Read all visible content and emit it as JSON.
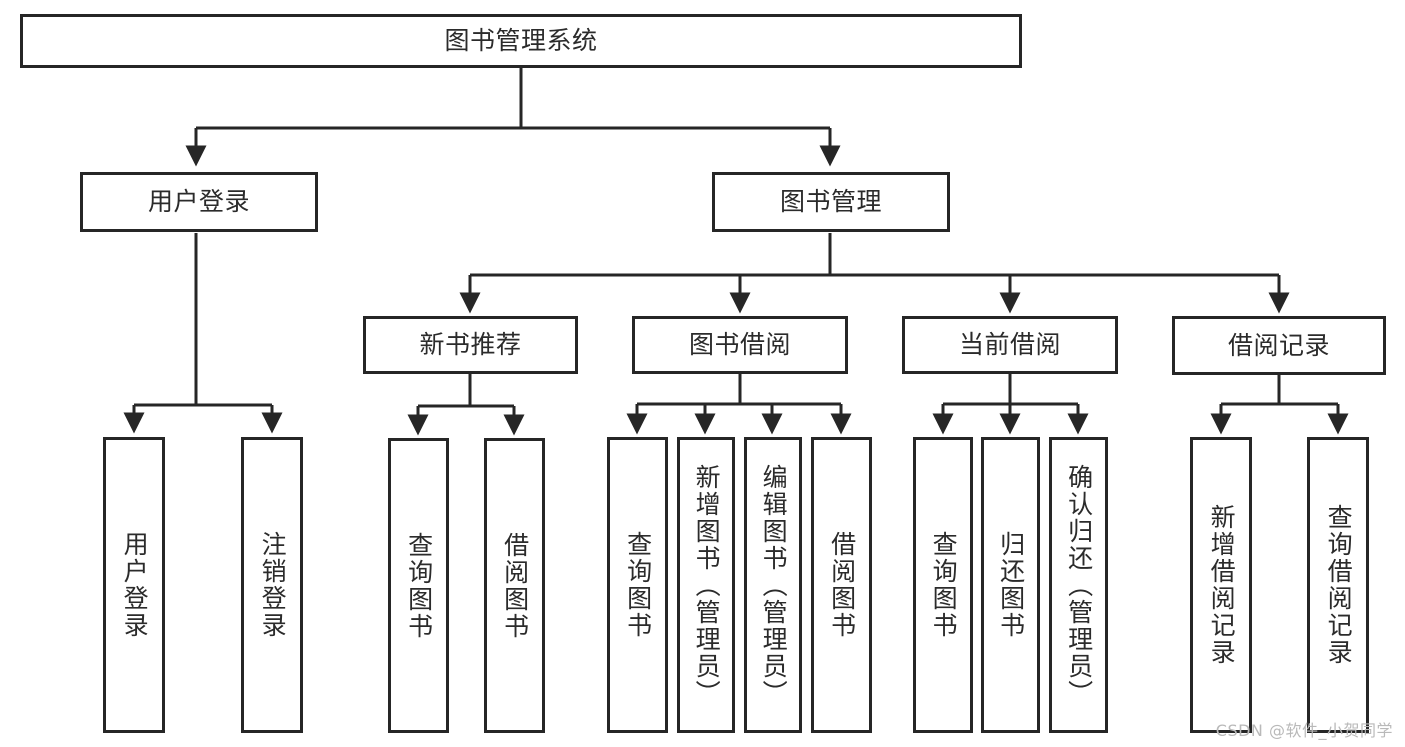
{
  "diagram": {
    "title": "图书管理系统",
    "watermark": "CSDN @软件_小贺同学",
    "line_color": "#262626",
    "box_fill": "#ffffff",
    "text_color": "#2b2b2b",
    "levels": {
      "root": {
        "label": "图书管理系统"
      },
      "level1": [
        {
          "label": "用户登录"
        },
        {
          "label": "图书管理"
        }
      ],
      "level2": [
        {
          "label": "新书推荐"
        },
        {
          "label": "图书借阅"
        },
        {
          "label": "当前借阅"
        },
        {
          "label": "借阅记录"
        }
      ],
      "leaves": {
        "user_login": [
          {
            "label": "用户登录"
          },
          {
            "label": "注销登录"
          }
        ],
        "new_book": [
          {
            "label": "查询图书"
          },
          {
            "label": "借阅图书"
          }
        ],
        "book_borrow": [
          {
            "label": "查询图书"
          },
          {
            "label": "新增图书（管理员）"
          },
          {
            "label": "编辑图书（管理员）"
          },
          {
            "label": "借阅图书"
          }
        ],
        "current_borrow": [
          {
            "label": "查询图书"
          },
          {
            "label": "归还图书"
          },
          {
            "label": "确认归还（管理员）"
          }
        ],
        "borrow_record": [
          {
            "label": "新增借阅记录"
          },
          {
            "label": "查询借阅记录"
          }
        ]
      }
    }
  }
}
